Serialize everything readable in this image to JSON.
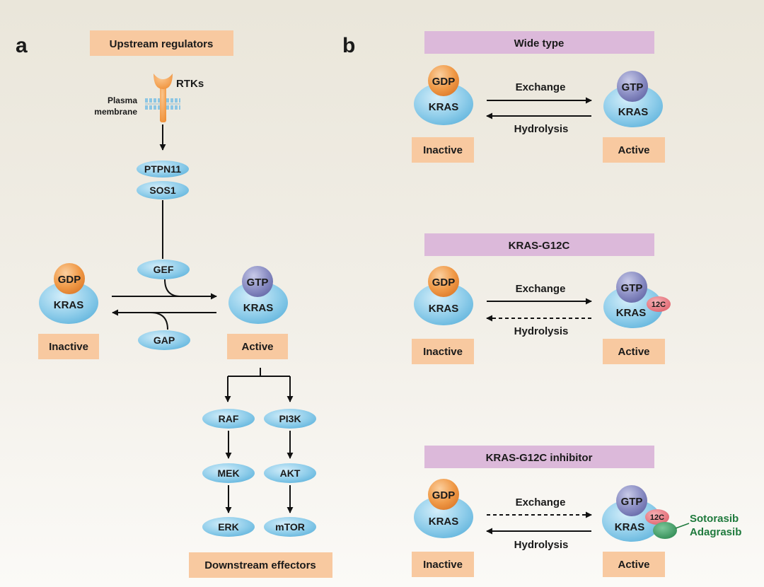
{
  "panel_a": {
    "letter": "a",
    "upstream_label": "Upstream regulators",
    "rtks_label": "RTKs",
    "membrane_label_1": "Plasma",
    "membrane_label_2": "membrane",
    "ptpn11": "PTPN11",
    "sos1": "SOS1",
    "gef": "GEF",
    "gap": "GAP",
    "gdp": "GDP",
    "gtp": "GTP",
    "kras": "KRAS",
    "inactive": "Inactive",
    "active": "Active",
    "raf": "RAF",
    "pi3k": "PI3K",
    "mek": "MEK",
    "akt": "AKT",
    "erk": "ERK",
    "mtor": "mTOR",
    "downstream_label": "Downstream effectors"
  },
  "panel_b": {
    "letter": "b",
    "rows": [
      {
        "title": "Wide type",
        "gdp": "GDP",
        "gtp": "GTP",
        "kras": "KRAS",
        "exchange": "Exchange",
        "hydrolysis": "Hydrolysis",
        "inactive": "Inactive",
        "active": "Active"
      },
      {
        "title": "KRAS-G12C",
        "gdp": "GDP",
        "gtp": "GTP",
        "kras": "KRAS",
        "mutation": "12C",
        "exchange": "Exchange",
        "hydrolysis": "Hydrolysis",
        "inactive": "Inactive",
        "active": "Active"
      },
      {
        "title": "KRAS-G12C inhibitor",
        "gdp": "GDP",
        "gtp": "GTP",
        "kras": "KRAS",
        "mutation": "12C",
        "exchange": "Exchange",
        "hydrolysis": "Hydrolysis",
        "inactive": "Inactive",
        "active": "Active",
        "drug_1": "Sotorasib",
        "drug_2": "Adagrasib"
      }
    ]
  },
  "colors": {
    "label_box": "#f8c9a0",
    "title_box": "#dcb9da",
    "kras_blue": "#8fcdea",
    "gdp_orange": "#f09a48",
    "gtp_purple": "#8a8dc3",
    "mutation_red": "#e8717a",
    "drug_green": "#3e9b63",
    "drug_text": "#1f7a3d",
    "arrow": "#111111"
  }
}
